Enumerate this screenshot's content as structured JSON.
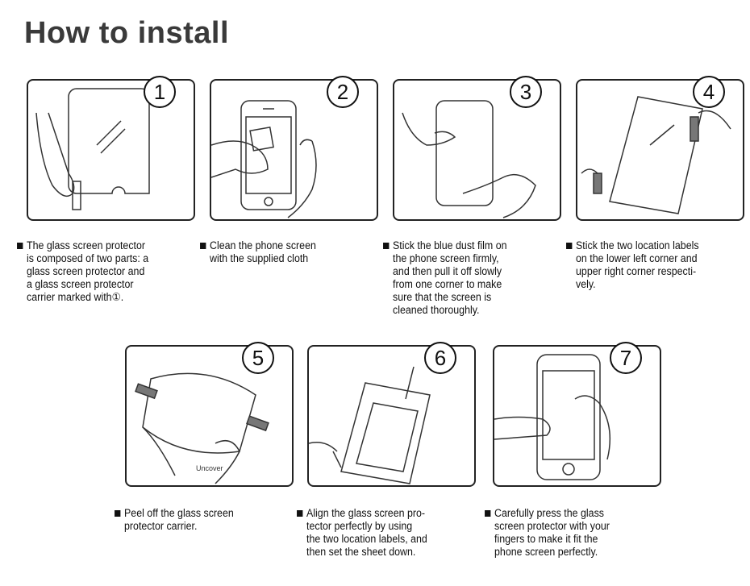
{
  "title": "How to install",
  "steps": [
    {
      "number": "1",
      "caption": "The glass screen protector\nis composed of two parts: a\nglass screen protector and\na glass screen protector\ncarrier marked with①."
    },
    {
      "number": "2",
      "caption": "Clean the phone screen\nwith the supplied cloth"
    },
    {
      "number": "3",
      "caption": "Stick the blue dust film on\nthe phone screen firmly,\nand then pull it off slowly\nfrom one corner to make\nsure that the screen is\ncleaned thoroughly."
    },
    {
      "number": "4",
      "caption": "Stick the two location labels\non the lower left corner and\nupper right corner respecti-\nvely."
    },
    {
      "number": "5",
      "caption": "Peel off the glass screen\nprotector carrier.",
      "label": "Uncover"
    },
    {
      "number": "6",
      "caption": "Align the glass screen pro-\ntector perfectly by using\nthe two location labels, and\nthen set the sheet down."
    },
    {
      "number": "7",
      "caption": "Carefully press the glass\nscreen protector with your\nfingers to make it fit the\nphone screen perfectly."
    }
  ]
}
